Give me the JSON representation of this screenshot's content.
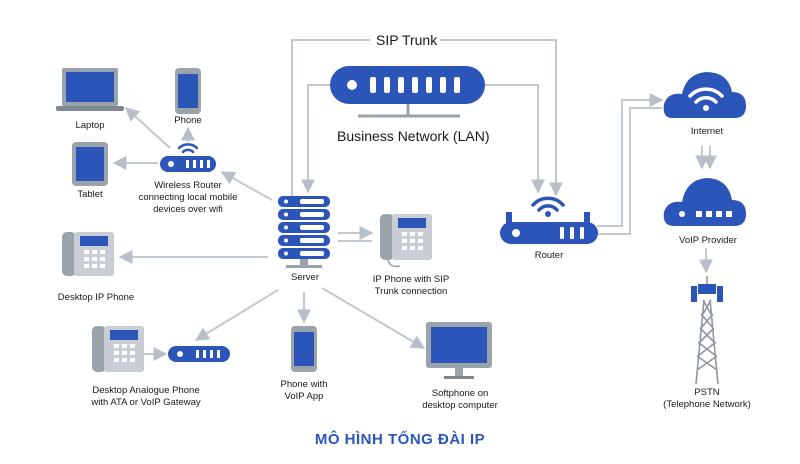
{
  "colors": {
    "primary": "#2b55b8",
    "arrow": "#b8bfc8",
    "grey": "#9aa2aa"
  },
  "title": "MÔ HÌNH TỔNG ĐÀI IP",
  "nodes": {
    "sip_trunk": "SIP Trunk",
    "business_network": "Business Network (LAN)",
    "laptop": "Laptop",
    "phone": "Phone",
    "tablet": "Tablet",
    "wireless_router": [
      "Wireless Router",
      "connecting local mobile",
      "devices over wifi"
    ],
    "server": "Server",
    "ip_phone_sip": [
      "IP Phone with SIP",
      "Trunk connection"
    ],
    "desktop_ip_phone": "Desktop IP Phone",
    "analogue_phone": [
      "Desktop Analogue Phone",
      "with ATA or VoIP Gateway"
    ],
    "voip_app_phone": [
      "Phone with",
      "VoIP App"
    ],
    "softphone": [
      "Softphone on",
      "desktop computer"
    ],
    "router": "Router",
    "internet": "Internet",
    "voip_provider": "VoIP Provider",
    "pstn": [
      "PSTN",
      "(Telephone Network)"
    ]
  }
}
